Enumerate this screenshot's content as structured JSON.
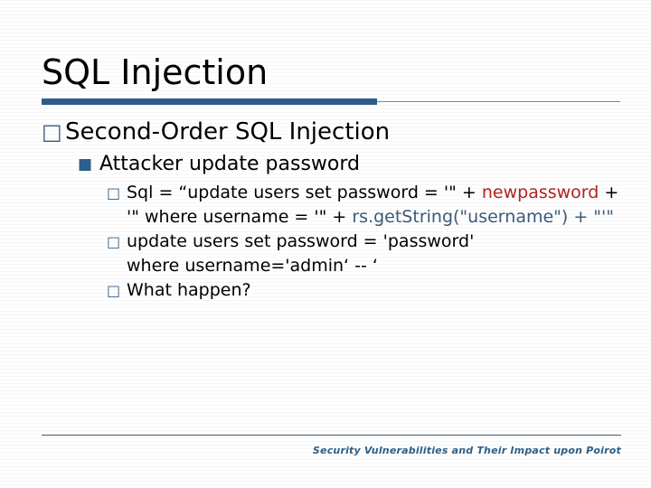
{
  "slide": {
    "title": "SQL Injection",
    "accent_color": "#2e5f8a",
    "rule_color": "#7b8fa6",
    "background_color": "#ffffff",
    "footer_rule_color": "#41646f"
  },
  "bullets": {
    "level1_glyph": "□",
    "level2_glyph": "■",
    "level3_glyph": "□"
  },
  "content": {
    "l1_item": "Second-Order SQL Injection",
    "l2_item": "Attacker update password",
    "l3_item1": {
      "seg1": "Sql = “update users set password = '\" + ",
      "seg2_red": "newpassword",
      "seg3": " + '\" where username = '\" + ",
      "seg4_blue": "rs.getString(\"username\") + \"'\""
    },
    "l3_item2": {
      "line1": "update users set password = 'password'",
      "line2": "where username='admin‘ -- ‘"
    },
    "l3_item3": "What happen?"
  },
  "footer": {
    "text": "Security Vulnerabilities and Their Impact upon Poirot",
    "color": "#2e5f8a"
  }
}
